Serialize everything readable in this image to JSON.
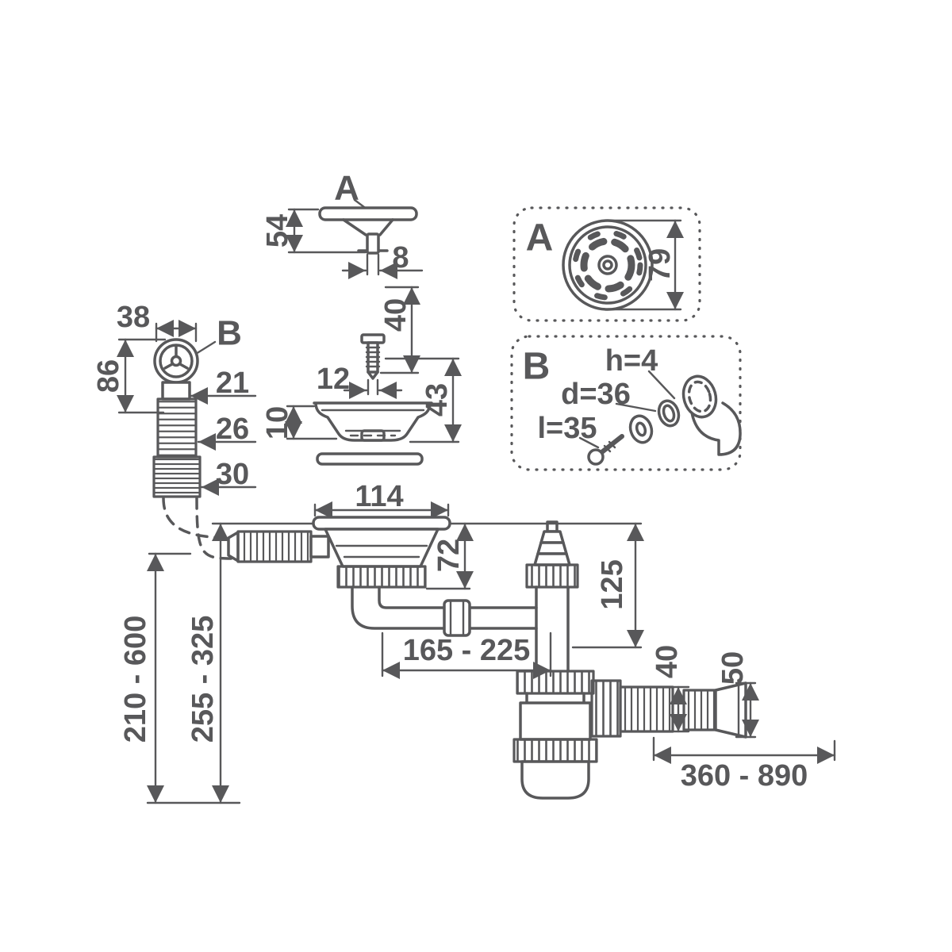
{
  "diagram": {
    "colors": {
      "line": "#58585a",
      "background": "#ffffff"
    },
    "callouts": {
      "top": "A",
      "overflow": "B"
    },
    "plug": {
      "height": "54",
      "stem": "8"
    },
    "screw": {
      "length": "40",
      "diameter": "12"
    },
    "basket": {
      "height": "43",
      "gasket": "10"
    },
    "panel_a": {
      "letter": "A",
      "face_diameter": "79"
    },
    "panel_b": {
      "letter": "B",
      "h": "h=4",
      "d": "d=36",
      "l": "l=35"
    },
    "overflow": {
      "cap_width": "38",
      "cap_height": "86",
      "neck": "21",
      "hose": "26",
      "connector": "30",
      "hose_length": "210 - 600"
    },
    "strainer": {
      "flange_diameter": "114",
      "depth": "72"
    },
    "siphon": {
      "inlet_height": "125",
      "horizontal_span": "165 - 225",
      "overall_height": "255 - 325"
    },
    "outlet": {
      "diameter_small": "40",
      "diameter_large": "50",
      "length": "360 - 890"
    }
  }
}
